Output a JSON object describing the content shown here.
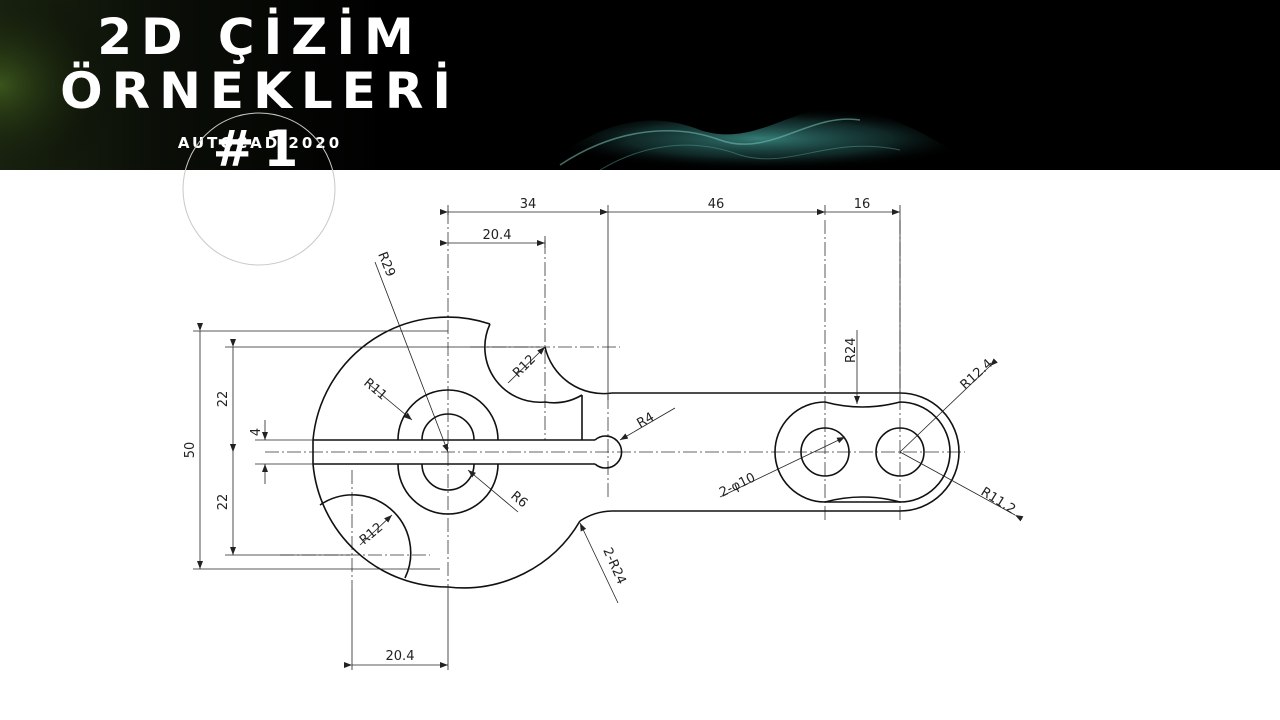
{
  "banner": {
    "title_line1": "2D ÇİZİM",
    "title_line2": "ÖRNEKLERİ #1",
    "subtitle": "AUTOCAD 2020",
    "colors": {
      "background": "#000000",
      "accent": "#2f6f6a",
      "text": "#ffffff"
    }
  },
  "drawing": {
    "dimensions": {
      "d34": "34",
      "d46": "46",
      "d16": "16",
      "d20_4_top": "20.4",
      "d20_4_bottom": "20.4",
      "d50": "50",
      "d22_top": "22",
      "d22_bottom": "22",
      "d4": "4"
    },
    "radii": {
      "r29": "R29",
      "r12_top": "R12",
      "r11": "R11",
      "r6": "R6",
      "r4": "R4",
      "r12_bottom": "R12",
      "r2_24": "2-R24",
      "r24": "R24",
      "r12_4": "R12.4",
      "r11_2": "R11.2",
      "phi10": "2-φ10"
    }
  }
}
